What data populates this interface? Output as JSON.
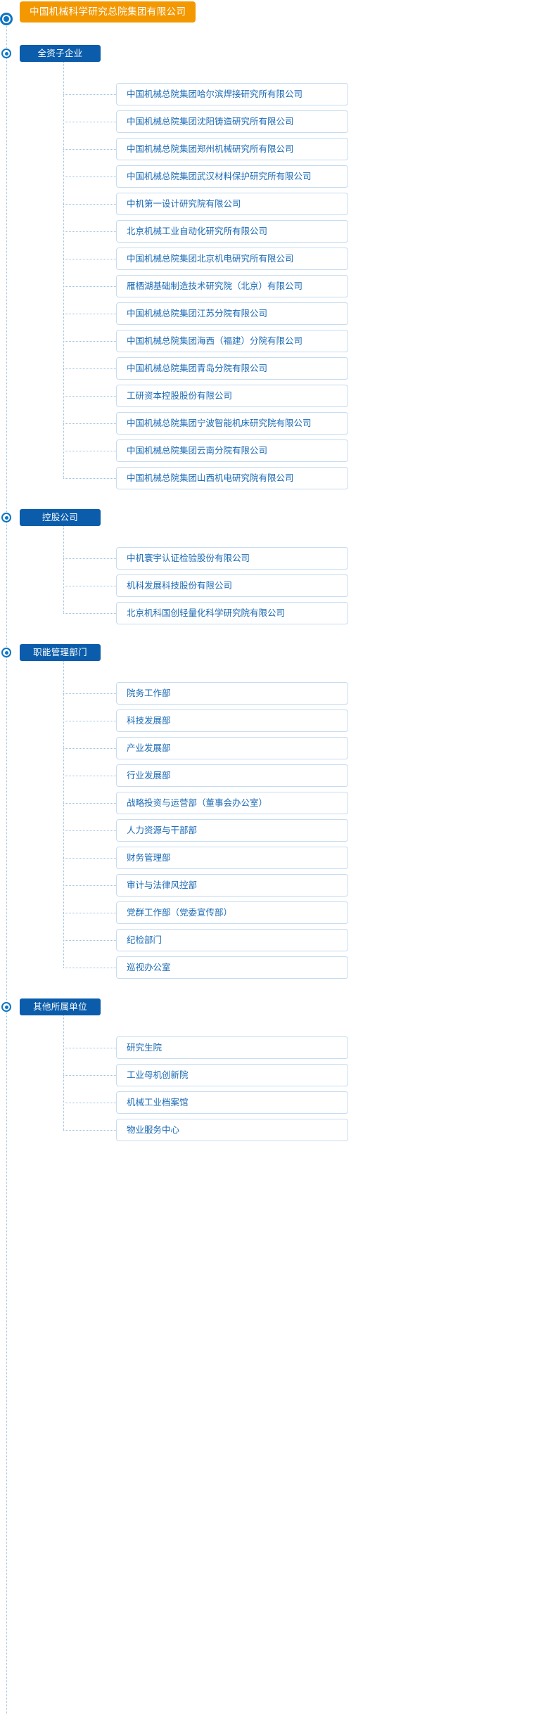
{
  "root": {
    "label": "中国机械科学研究总院集团有限公司",
    "color": "#f39800"
  },
  "theme": {
    "category_color": "#0b5dab",
    "leaf_text_color": "#1a6ab5",
    "leaf_border_color": "#c6dcf0",
    "connector_color": "#9cc2e0",
    "node_color": "#0e76c4"
  },
  "sections": [
    {
      "label": "全资子企业",
      "items": [
        "中国机械总院集团哈尔滨焊接研究所有限公司",
        "中国机械总院集团沈阳铸造研究所有限公司",
        "中国机械总院集团郑州机械研究所有限公司",
        "中国机械总院集团武汉材料保护研究所有限公司",
        "中机第一设计研究院有限公司",
        "北京机械工业自动化研究所有限公司",
        "中国机械总院集团北京机电研究所有限公司",
        "雁栖湖基础制造技术研究院（北京）有限公司",
        "中国机械总院集团江苏分院有限公司",
        "中国机械总院集团海西（福建）分院有限公司",
        "中国机械总院集团青岛分院有限公司",
        "工研资本控股股份有限公司",
        "中国机械总院集团宁波智能机床研究院有限公司",
        "中国机械总院集团云南分院有限公司",
        "中国机械总院集团山西机电研究院有限公司"
      ]
    },
    {
      "label": "控股公司",
      "items": [
        "中机寰宇认证检验股份有限公司",
        "机科发展科技股份有限公司",
        "北京机科国创轻量化科学研究院有限公司"
      ]
    },
    {
      "label": "职能管理部门",
      "items": [
        "院务工作部",
        "科技发展部",
        "产业发展部",
        "行业发展部",
        "战略投资与运营部（董事会办公室）",
        "人力资源与干部部",
        "财务管理部",
        "审计与法律风控部",
        "党群工作部（党委宣传部）",
        "纪检部门",
        "巡视办公室"
      ]
    },
    {
      "label": "其他所属单位",
      "items": [
        "研究生院",
        "工业母机创新院",
        "机械工业档案馆",
        "物业服务中心"
      ]
    }
  ]
}
